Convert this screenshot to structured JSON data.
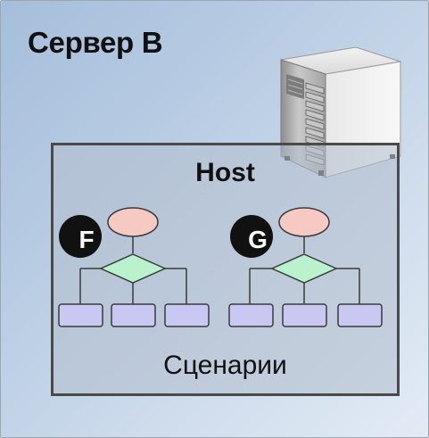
{
  "server": {
    "title": "Сервер B",
    "icon": "server-tower-icon"
  },
  "host": {
    "title": "Host",
    "scenarios_label": "Сценарии"
  },
  "badges": [
    {
      "letter": "F"
    },
    {
      "letter": "G"
    }
  ],
  "colors": {
    "start_node": "#f7c9c3",
    "decision_node": "#b9f2cd",
    "task_node": "#c9c8f2",
    "badge": "#111111",
    "badge_text": "#ffffff",
    "outline": "#3a3a3a"
  }
}
